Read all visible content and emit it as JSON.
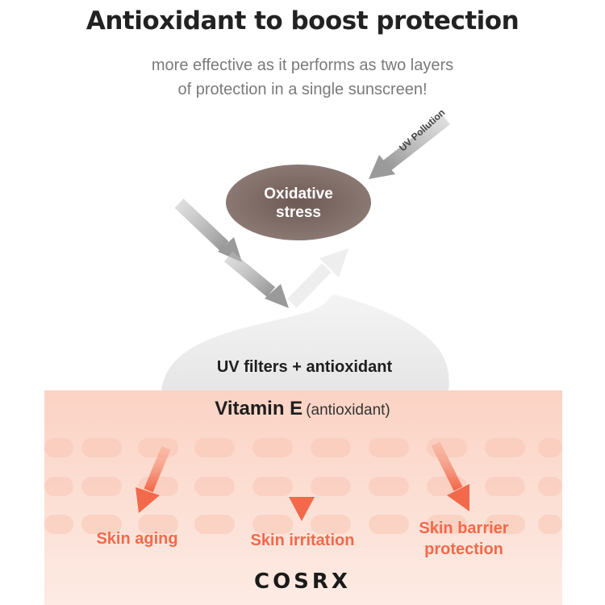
{
  "title": "Antioxidant to boost protection",
  "subtitle": {
    "line1": "more effective as it performs as two layers",
    "line2": "of protection in a single sunscreen!"
  },
  "oxidative_stress": {
    "line1": "Oxidative",
    "line2": "stress"
  },
  "uv_pollution": "UV Pollution",
  "sunscreen_layer": "UV filters + antioxidant",
  "skin_layer": {
    "main": "Vitamin E",
    "sub": "(antioxidant)"
  },
  "effects": [
    {
      "line1": "Skin aging",
      "line2": ""
    },
    {
      "line1": "Skin irritation",
      "line2": ""
    },
    {
      "line1": "Skin barrier",
      "line2": "protection"
    }
  ],
  "brand": "COSRX",
  "colors": {
    "title": "#222222",
    "subtitle": "#7a7a7a",
    "oxidative_blob": "#7a645f",
    "skin_top": "#fbd9cc",
    "skin_bottom": "#fde9e1",
    "effect_accent": "#f26a4b",
    "arrow_grey": "#a8a8a8"
  },
  "icons": [
    "arrow-icon",
    "skin-cell-pattern"
  ]
}
